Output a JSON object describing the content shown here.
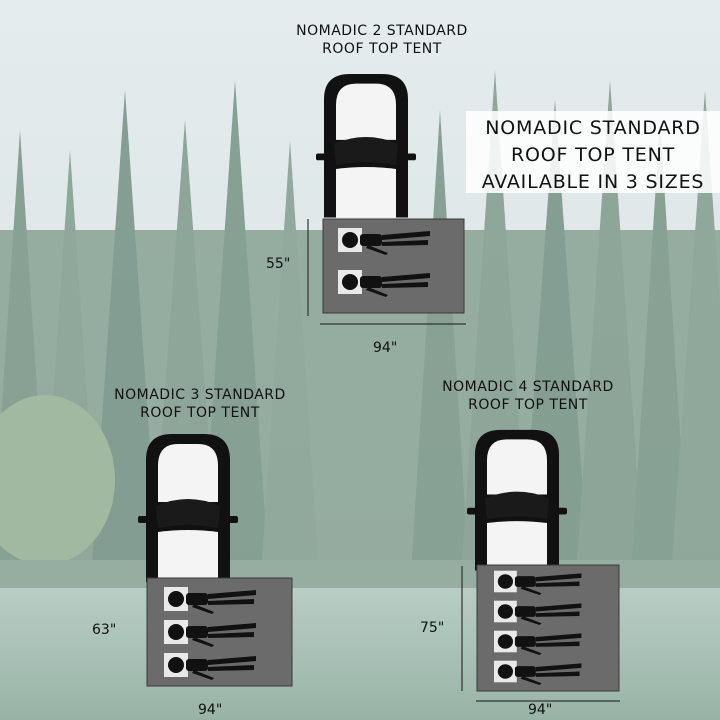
{
  "callout": {
    "lines": [
      "NOMADIC STANDARD",
      "ROOF TOP TENT",
      "AVAILABLE IN 3 SIZES"
    ]
  },
  "tents": [
    {
      "title_line1": "NOMADIC 2 STANDARD",
      "title_line2": "ROOF TOP TENT",
      "width_label": "94\"",
      "length_label": "55\"",
      "sleepers": 2
    },
    {
      "title_line1": "NOMADIC 3 STANDARD",
      "title_line2": "ROOF TOP TENT",
      "width_label": "94\"",
      "length_label": "63\"",
      "sleepers": 3
    },
    {
      "title_line1": "NOMADIC 4 STANDARD",
      "title_line2": "ROOF TOP TENT",
      "width_label": "94\"",
      "length_label": "75\"",
      "sleepers": 4
    }
  ],
  "icons": {
    "vehicle": "truck-topview-icon",
    "person": "sleeping-person-icon"
  },
  "colors": {
    "tent_fill": "#6b6b6b",
    "truck_body": "#111111",
    "truck_panel": "#f5f5f5",
    "sky": "#dfe8ea",
    "forest": "#8fa79a",
    "water": "#a6bfb4"
  }
}
